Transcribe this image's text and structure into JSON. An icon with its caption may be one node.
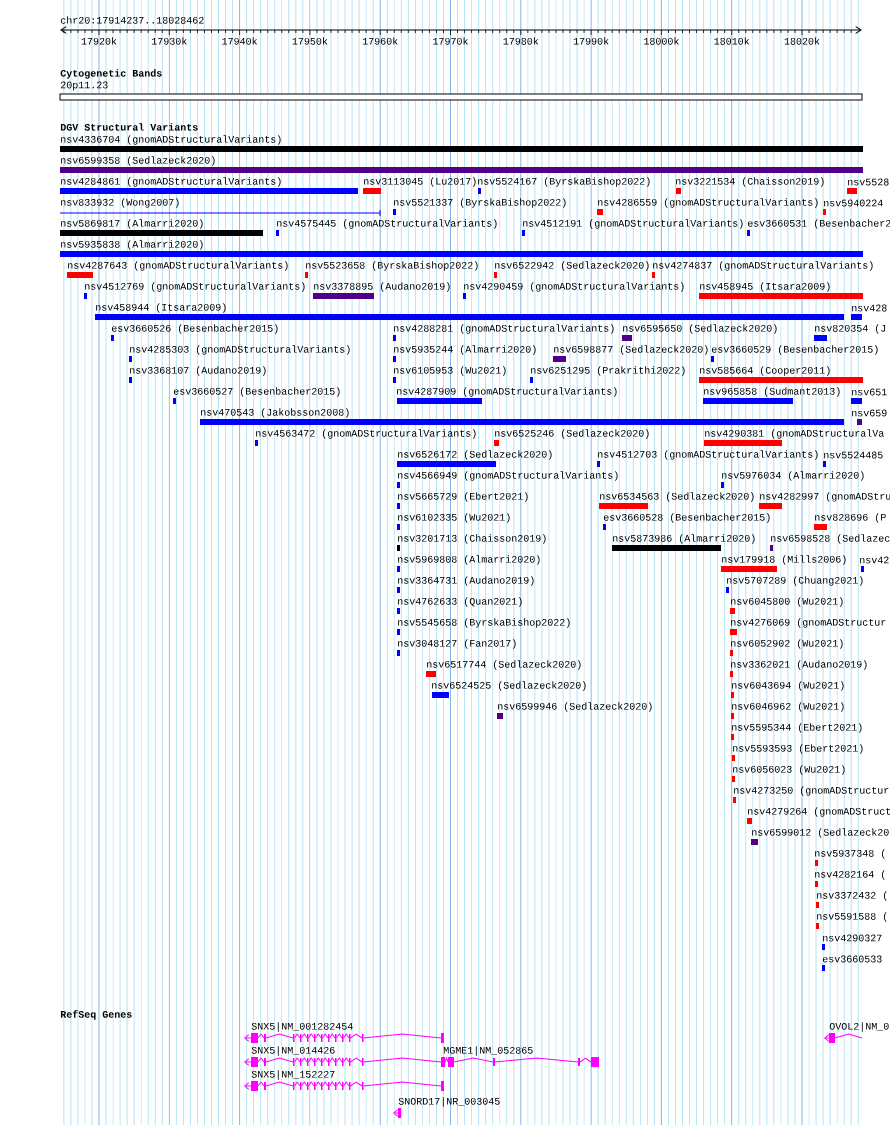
{
  "diagram": {
    "labels": [
      "chr20:17914237..18028462",
      "17920k",
      "17930k",
      "17940k",
      "17950k",
      "17960k",
      "17970k",
      "17980k",
      "17990k",
      "18000k",
      "18010k",
      "18020k",
      "Cytogenetic Bands",
      "20p11.23",
      "DGV Structural Variants",
      "nsv4336704 (gnomADStructuralVariants)",
      "nsv6599358 (Sedlazeck2020)",
      "nsv4284861 (gnomADStructuralVariants)",
      "nsv3113045 (Lu2017)",
      "nsv5524167 (ByrskaBishop2022)",
      "nsv3221534 (Chaisson2019)",
      "nsv5528",
      "nsv833932 (Wong2007)",
      "nsv5521337 (ByrskaBishop2022)",
      "nsv4286559 (gnomADStructuralVariants)",
      "nsv5940224",
      "nsv5869817 (Almarri2020)",
      "nsv4575445 (gnomADStructuralVariants)",
      "nsv4512191 (gnomADStructuralVariants)",
      "esv3660531 (Besenbacher2",
      "nsv5935838 (Almarri2020)",
      "nsv4287643 (gnomADStructuralVariants)",
      "nsv5523658 (ByrskaBishop2022)",
      "nsv6522942 (Sedlazeck2020)",
      "nsv4274837 (gnomADStructuralVariants)",
      "nsv4512769 (gnomADStructuralVariants)",
      "nsv3378895 (Audano2019)",
      "nsv4290459 (gnomADStructuralVariants)",
      "nsv458945 (Itsara2009)",
      "nsv458944 (Itsara2009)",
      "nsv428",
      "esv3660526 (Besenbacher2015)",
      "nsv4288281 (gnomADStructuralVariants)",
      "nsv6595650 (Sedlazeck2020)",
      "nsv820354 (J",
      "nsv4285303 (gnomADStructuralVariants)",
      "nsv5935244 (Almarri2020)",
      "nsv6598877 (Sedlazeck2020)",
      "esv3660529 (Besenbacher2015)",
      "nsv3368107 (Audano2019)",
      "nsv6105953 (Wu2021)",
      "nsv6251295 (Prakrithi2022)",
      "nsv585664 (Cooper2011)",
      "esv3660527 (Besenbacher2015)",
      "nsv4287909 (gnomADStructuralVariants)",
      "nsv965858 (Sudmant2013)",
      "nsv651",
      "nsv470543 (Jakobsson2008)",
      "nsv659",
      "nsv4563472 (gnomADStructuralVariants)",
      "nsv6525246 (Sedlazeck2020)",
      "nsv4290381 (gnomADStructuralVa",
      "nsv6526172 (Sedlazeck2020)",
      "nsv4512703 (gnomADStructuralVariants)",
      "nsv5524485",
      "nsv4566949 (gnomADStructuralVariants)",
      "nsv5976034 (Almarri2020)",
      "nsv5665729 (Ebert2021)",
      "nsv6534563 (Sedlazeck2020)",
      "nsv4282997 (gnomADStru",
      "nsv6102335 (Wu2021)",
      "esv3660528 (Besenbacher2015)",
      "nsv828696 (P",
      "nsv3201713 (Chaisson2019)",
      "nsv5873986 (Almarri2020)",
      "nsv6598528 (Sedlazec",
      "nsv5969808 (Almarri2020)",
      "nsv179918 (Mills2006)",
      "nsv42",
      "nsv3364731 (Audano2019)",
      "nsv5707289 (Chuang2021)",
      "nsv4762633 (Quan2021)",
      "nsv6045800 (Wu2021)",
      "nsv5545658 (ByrskaBishop2022)",
      "nsv4276069 (gnomADStructur",
      "nsv3048127 (Fan2017)",
      "nsv6052902 (Wu2021)",
      "nsv6517744 (Sedlazeck2020)",
      "nsv3362021 (Audano2019)",
      "nsv6524525 (Sedlazeck2020)",
      "nsv6043694 (Wu2021)",
      "nsv6599946 (Sedlazeck2020)",
      "nsv6046962 (Wu2021)",
      "nsv5595344 (Ebert2021)",
      "nsv5593593 (Ebert2021)",
      "nsv6056023 (Wu2021)",
      "nsv4273250 (gnomADStructur",
      "nsv4279264 (gnomADStruct",
      "nsv6599012 (Sedlazeck20",
      "nsv5937348 (",
      "nsv4282164 (",
      "nsv3372432 (",
      "nsv5591588 (",
      "nsv4290327",
      "esv3660533",
      "RefSeq Genes",
      "SNX5|NM_001282454",
      "OVOL2|NM_0",
      "SNX5|NM_014426",
      "MGME1|NM_052865",
      "SNX5|NM_152227",
      "SNORD17|NR_003045"
    ]
  }
}
